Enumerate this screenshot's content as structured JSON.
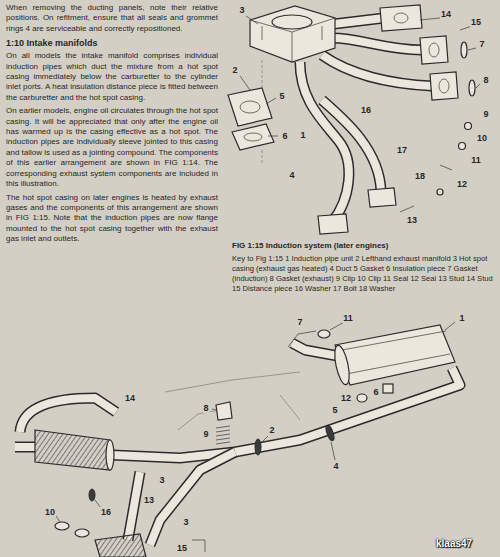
{
  "diagram": {
    "title": "1:10 Intake manifolds",
    "caption": "FIG 1:15 Induction system (later engines)",
    "labels": [
      "When removing the ducting panels, note their relative positions. On refitment, ensure that all seals and grommet rings 4 are serviceable and correctly repositioned.",
      "On all models the intake manifold comprises individual induction pipes which duct the mixture from a hot spot casing immediately below the carburetter to the cylinder inlet ports. A heat insulation distance piece is fitted between the carburetter and the hot spot casing.",
      "On earlier models, engine oil circulates through the hot spot casing. It will be appreciated that only after the engine oil has warmed up is the casing effective as a hot spot. The induction pipes are individually sleeve jointed to this casing and tallow is used as a jointing compound. The components of this earlier arrangement are shown in FIG 1:14. The corresponding exhaust system components are included in this illustration.",
      "The hot spot casing on later engines is heated by exhaust gases and the components of this arrangement are shown in FIG 1:15. Note that the induction pipes are now flange mounted to the hot spot casing together with the exhaust gas inlet and outlets.",
      "Key to Fig 1:15 1 Induction pipe unit 2 Lefthand exhaust manifold 3 Hot spot casing (exhaust gas heated) 4 Duct 5 Gasket 6 Insulation piece 7 Gasket (induction) 8 Gasket (exhaust) 9 Clip 10 Clip 11 Seal 12 Seal 13 Stud 14 Stud 15 Distance piece 16 Washer 17 Bolt 18 Washer",
      "1",
      "2",
      "3",
      "4",
      "5",
      "6",
      "7",
      "8",
      "9",
      "10",
      "11",
      "12",
      "13",
      "14",
      "15",
      "16",
      "17",
      "18",
      "1",
      "7",
      "11",
      "12",
      "6",
      "5",
      "4",
      "8",
      "9",
      "2",
      "3",
      "3",
      "14",
      "13",
      "10",
      "16",
      "15",
      "klaas47"
    ]
  }
}
